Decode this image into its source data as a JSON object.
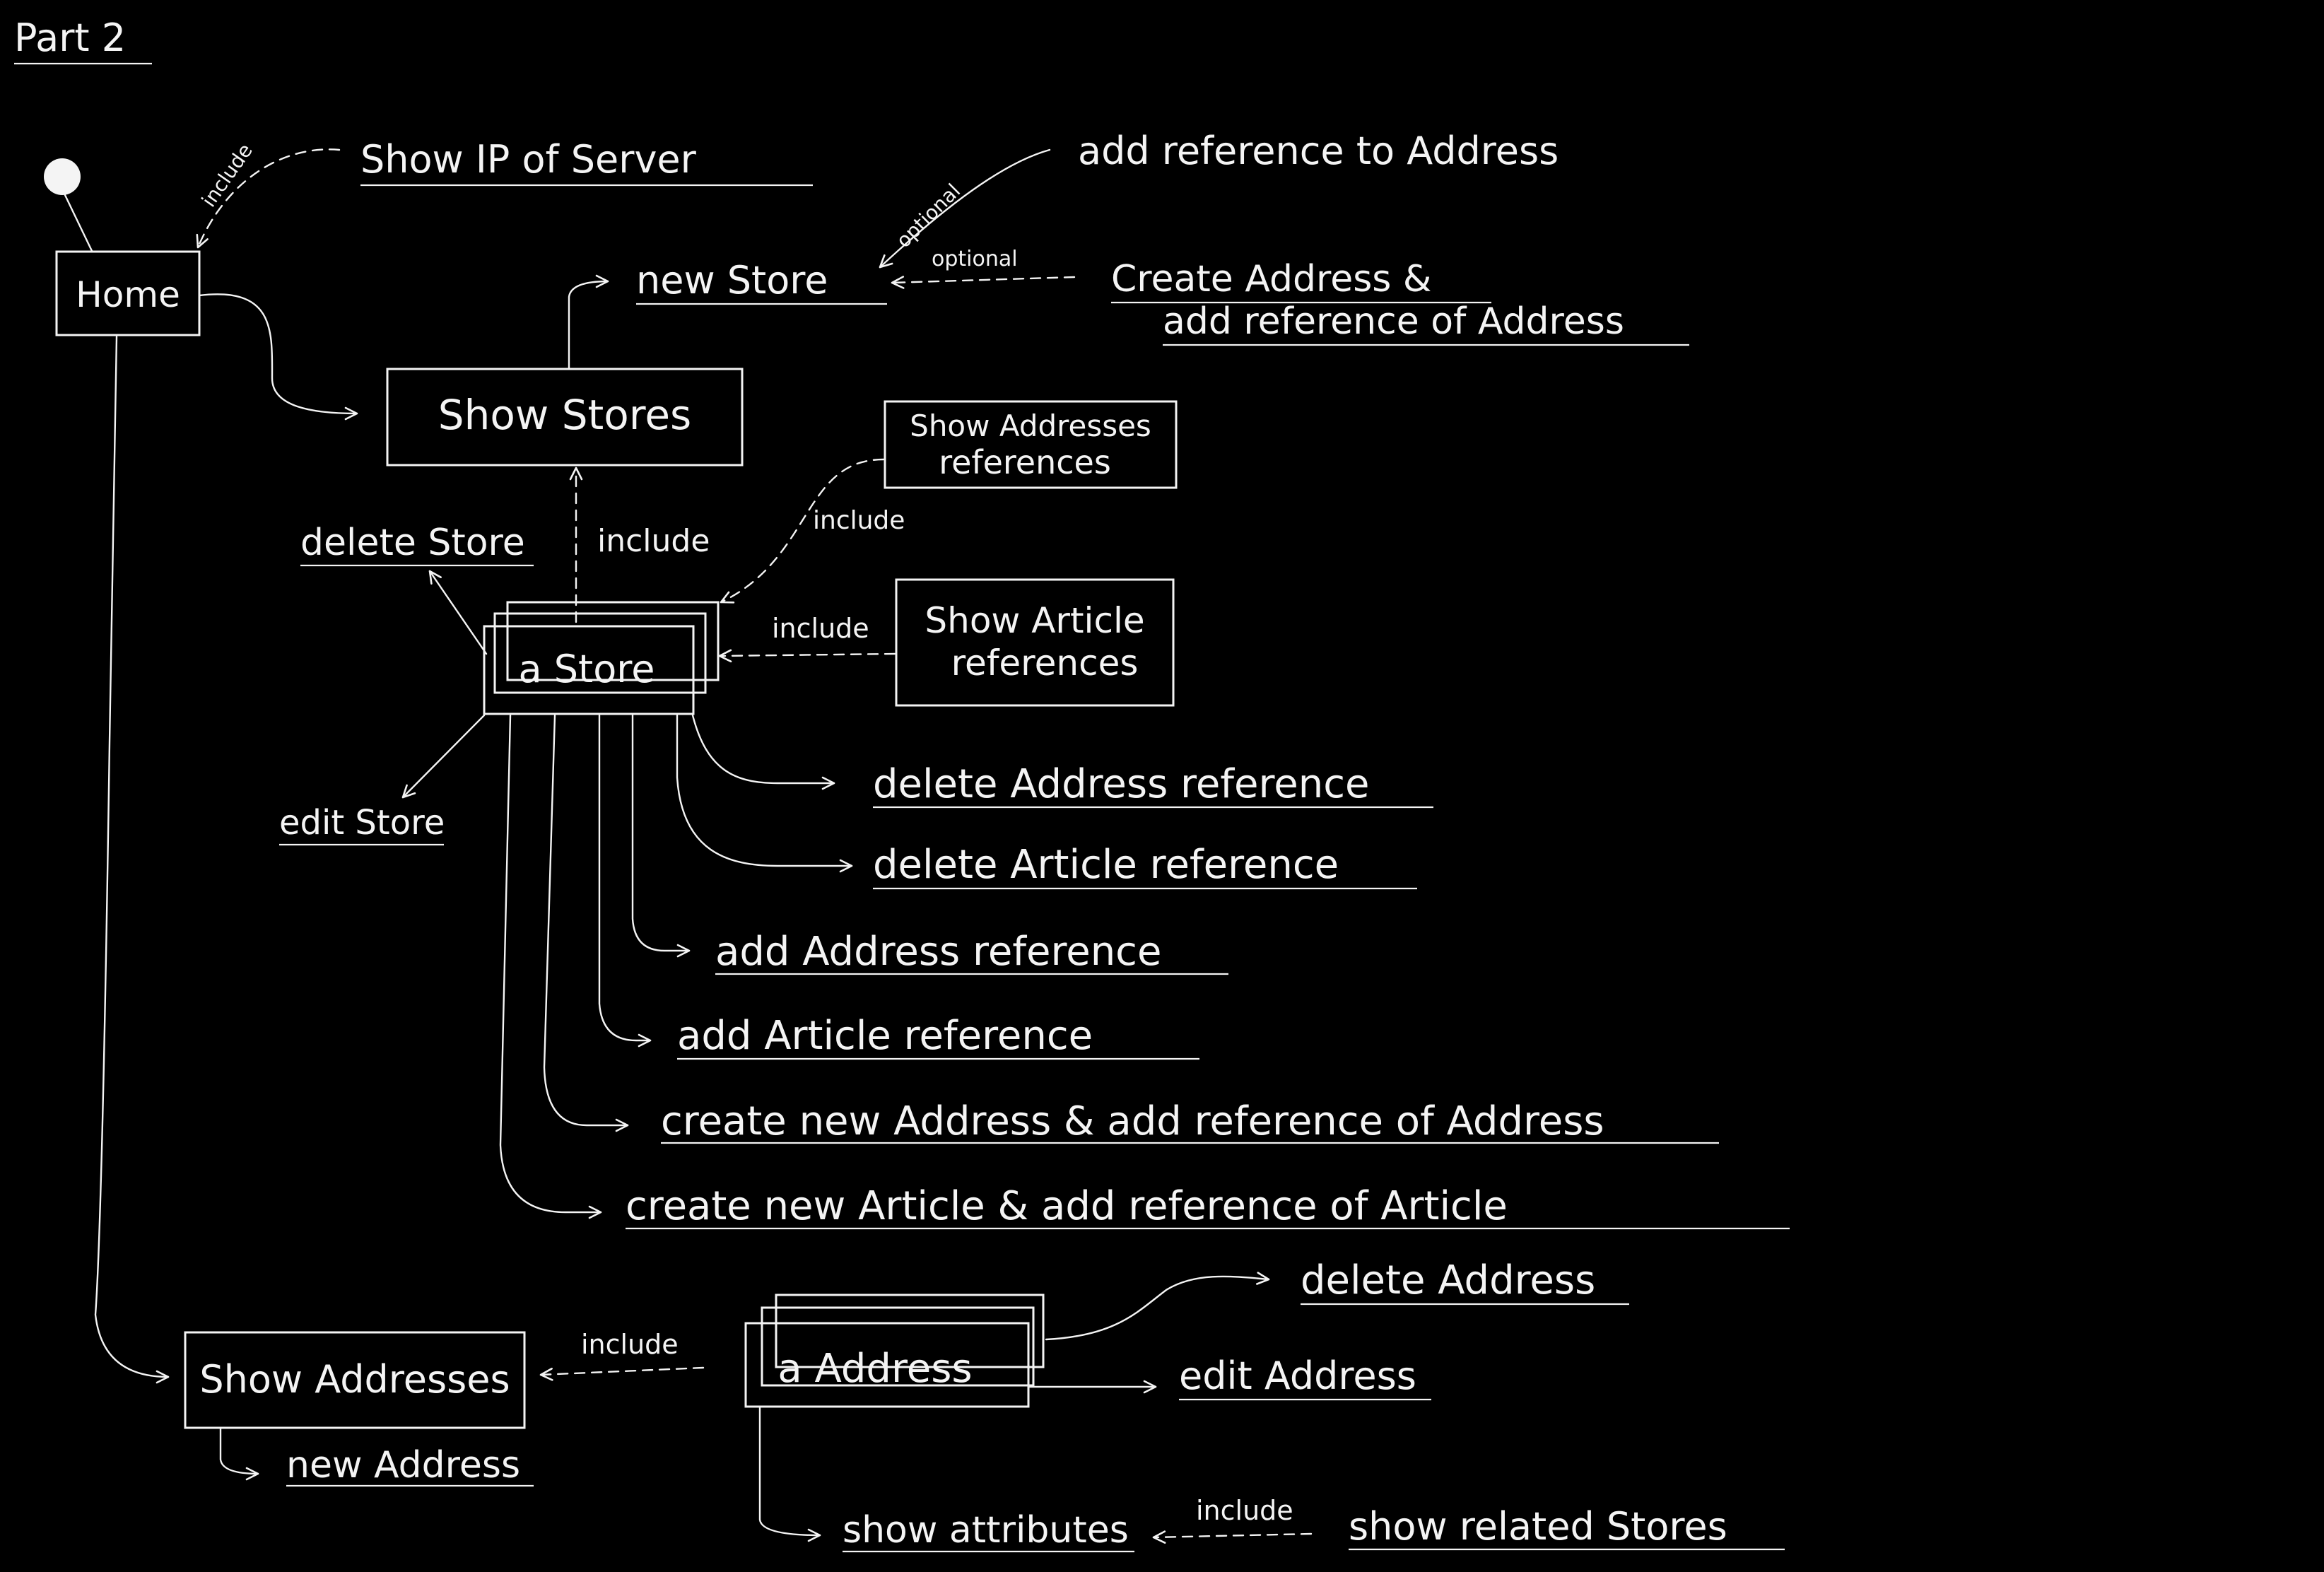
{
  "theme": {
    "background": "#000000",
    "ink": "#f4f4f4"
  },
  "page_title": "Part 2",
  "start_node": "start-dot",
  "boxes": {
    "home": "Home",
    "show_stores": "Show Stores",
    "a_store": "a Store",
    "show_address_refs_line1": "Show Addresses",
    "show_address_refs_line2": "references",
    "show_article_refs_line1": "Show Article",
    "show_article_refs_line2": "references",
    "show_addresses": "Show Addresses",
    "an_address": "a Address"
  },
  "actions": {
    "show_ip": "Show IP of Server",
    "add_ref_to_address": "add reference to Address",
    "new_store": "new Store",
    "create_address_line1": "Create Address &",
    "create_address_line2": "add reference of Address",
    "delete_store": "delete Store",
    "edit_store": "edit Store",
    "delete_address_ref": "delete Address reference",
    "delete_article_ref": "delete Article reference",
    "add_address_ref": "add Address reference",
    "add_article_ref": "add Article reference",
    "create_new_address": "create new Address & add reference of Address",
    "create_new_article": "create new Article & add reference of Article",
    "delete_address": "delete Address",
    "edit_address": "edit Address",
    "new_address": "new Address",
    "show_attributes": "show attributes",
    "show_related_stores": "show related Stores"
  },
  "edge_labels": {
    "include_home": "include",
    "include_store": "include",
    "include_address_refs": "include",
    "include_article_refs": "include",
    "include_addresses": "include",
    "include_attributes": "include",
    "optional_1": "optional",
    "optional_2": "optional"
  }
}
